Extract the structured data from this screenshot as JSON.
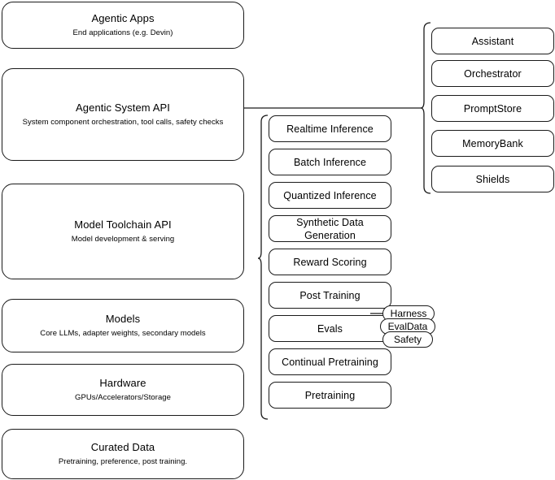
{
  "diagram": {
    "type": "layered-architecture-stack",
    "background_color": "#ffffff",
    "stroke_color": "#1a1a1a"
  },
  "left_stack": {
    "name": "platform-layers",
    "items": [
      {
        "title": "Agentic Apps",
        "sub": "End applications (e.g. Devin)"
      },
      {
        "title": "Agentic System API",
        "sub": "System component orchestration, tool calls, safety checks"
      },
      {
        "title": "Model Toolchain API",
        "sub": "Model development & serving"
      },
      {
        "title": "Models",
        "sub": "Core LLMs, adapter weights, secondary models"
      },
      {
        "title": "Hardware",
        "sub": "GPUs/Accelerators/Storage"
      },
      {
        "title": "Curated Data",
        "sub": "Pretraining, preference, post training."
      }
    ]
  },
  "middle_stack": {
    "name": "model-toolchain-capabilities",
    "items": [
      {
        "title": "Realtime Inference"
      },
      {
        "title": "Batch Inference"
      },
      {
        "title": "Quantized Inference"
      },
      {
        "title": "Synthetic Data Generation"
      },
      {
        "title": "Reward Scoring"
      },
      {
        "title": "Post Training"
      },
      {
        "title": "Evals"
      },
      {
        "title": "Continual Pretraining"
      },
      {
        "title": "Pretraining"
      }
    ]
  },
  "evals_pills": {
    "name": "evals-subcomponents",
    "items": [
      {
        "title": "Harness"
      },
      {
        "title": "EvalData"
      },
      {
        "title": "Safety"
      }
    ]
  },
  "right_stack": {
    "name": "agentic-system-components",
    "items": [
      {
        "title": "Assistant"
      },
      {
        "title": "Orchestrator"
      },
      {
        "title": "PromptStore"
      },
      {
        "title": "MemoryBank"
      },
      {
        "title": "Shields"
      }
    ]
  }
}
